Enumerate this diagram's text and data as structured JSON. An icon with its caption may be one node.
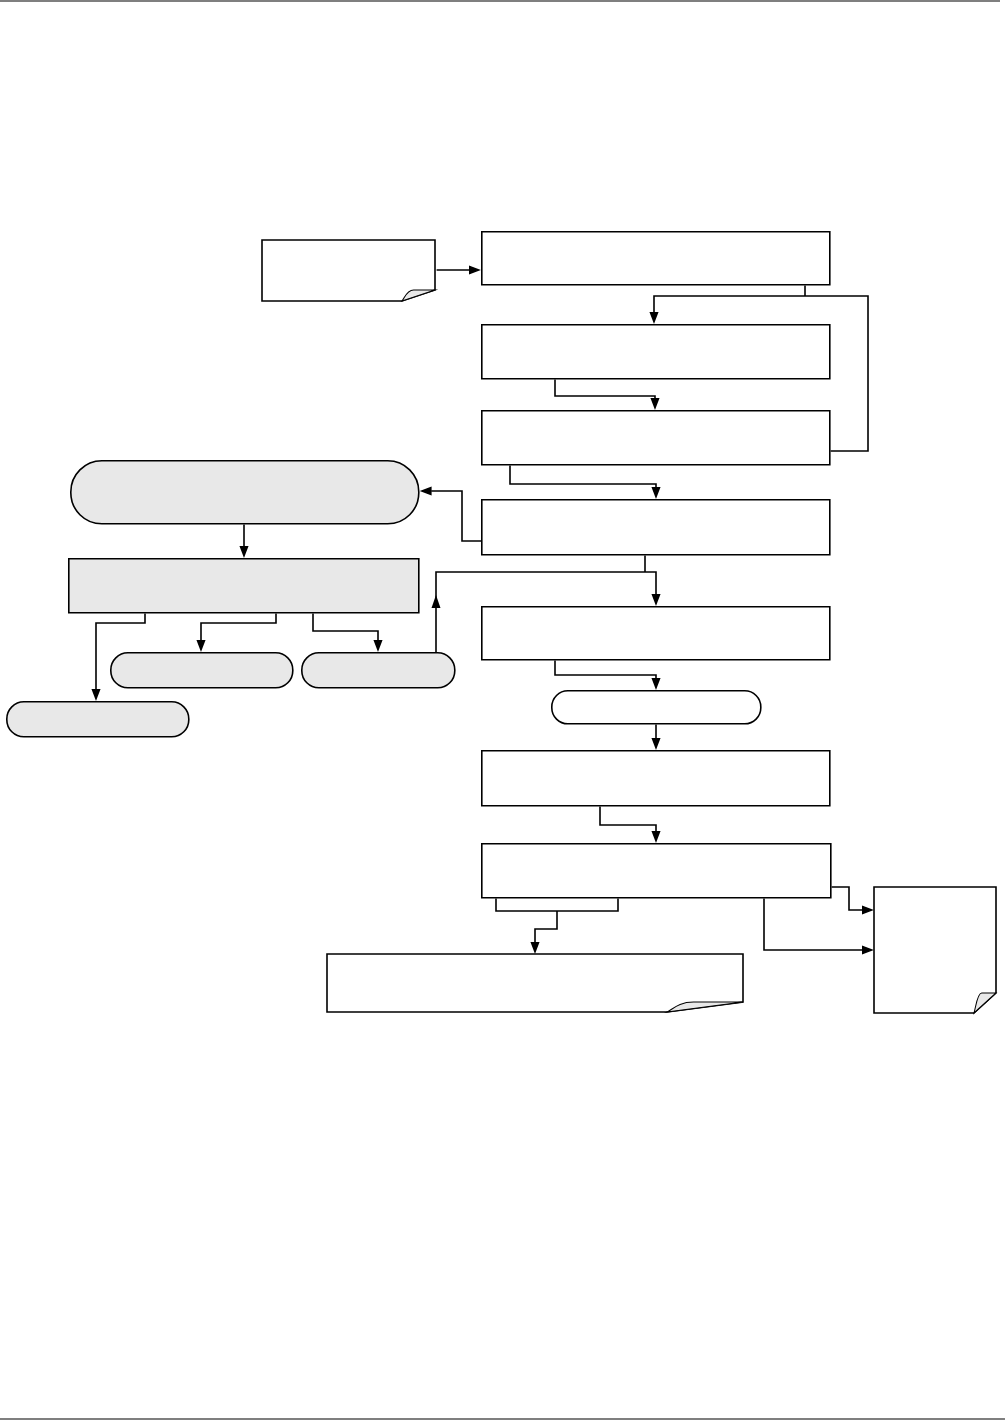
{
  "diagram": {
    "nodes": [
      {
        "text": [],
        "shape": "note"
      },
      {
        "text": [],
        "shape": "box"
      },
      {
        "text": [],
        "shape": "box"
      },
      {
        "text": [],
        "shape": "box"
      },
      {
        "text": [],
        "shape": "pill"
      },
      {
        "text": [],
        "shape": "box"
      },
      {
        "text": [],
        "shape": "box"
      },
      {
        "text": [],
        "shape": "box"
      },
      {
        "text": [],
        "shape": "pill"
      },
      {
        "text": [],
        "shape": "pill"
      },
      {
        "text": [],
        "shape": "pill"
      },
      {
        "text": [],
        "shape": "pill"
      },
      {
        "text": [],
        "shape": "box"
      },
      {
        "text": [],
        "shape": "box"
      },
      {
        "text": [],
        "shape": "note"
      },
      {
        "text": [],
        "shape": "note"
      }
    ],
    "edges": [
      {
        "from": 0,
        "to": 1,
        "arrow": "to"
      },
      {
        "from": 1,
        "to": 2,
        "arrow": "to"
      },
      {
        "from": 3,
        "to": 2,
        "arrow": "to"
      },
      {
        "from": 2,
        "to": 3,
        "arrow": "to"
      },
      {
        "from": 3,
        "to": 5,
        "arrow": "to"
      },
      {
        "from": 5,
        "to": 4,
        "arrow": "to"
      },
      {
        "from": 4,
        "to": 6,
        "arrow": "to"
      },
      {
        "from": 5,
        "to": 7,
        "arrow": "to"
      },
      {
        "from": 9,
        "to": 7,
        "arrow": "to"
      },
      {
        "from": 6,
        "to": 11,
        "arrow": "to"
      },
      {
        "from": 6,
        "to": 8,
        "arrow": "to"
      },
      {
        "from": 6,
        "to": 9,
        "arrow": "to"
      },
      {
        "from": 7,
        "to": 10,
        "arrow": "to"
      },
      {
        "from": 10,
        "to": 12,
        "arrow": "to"
      },
      {
        "from": 12,
        "to": 13,
        "arrow": "to"
      },
      {
        "from": 13,
        "to": 15,
        "arrow": "to"
      },
      {
        "from": 13,
        "to": 14,
        "arrow": "to"
      },
      {
        "from": 13,
        "to": 14,
        "arrow": "to"
      }
    ]
  }
}
